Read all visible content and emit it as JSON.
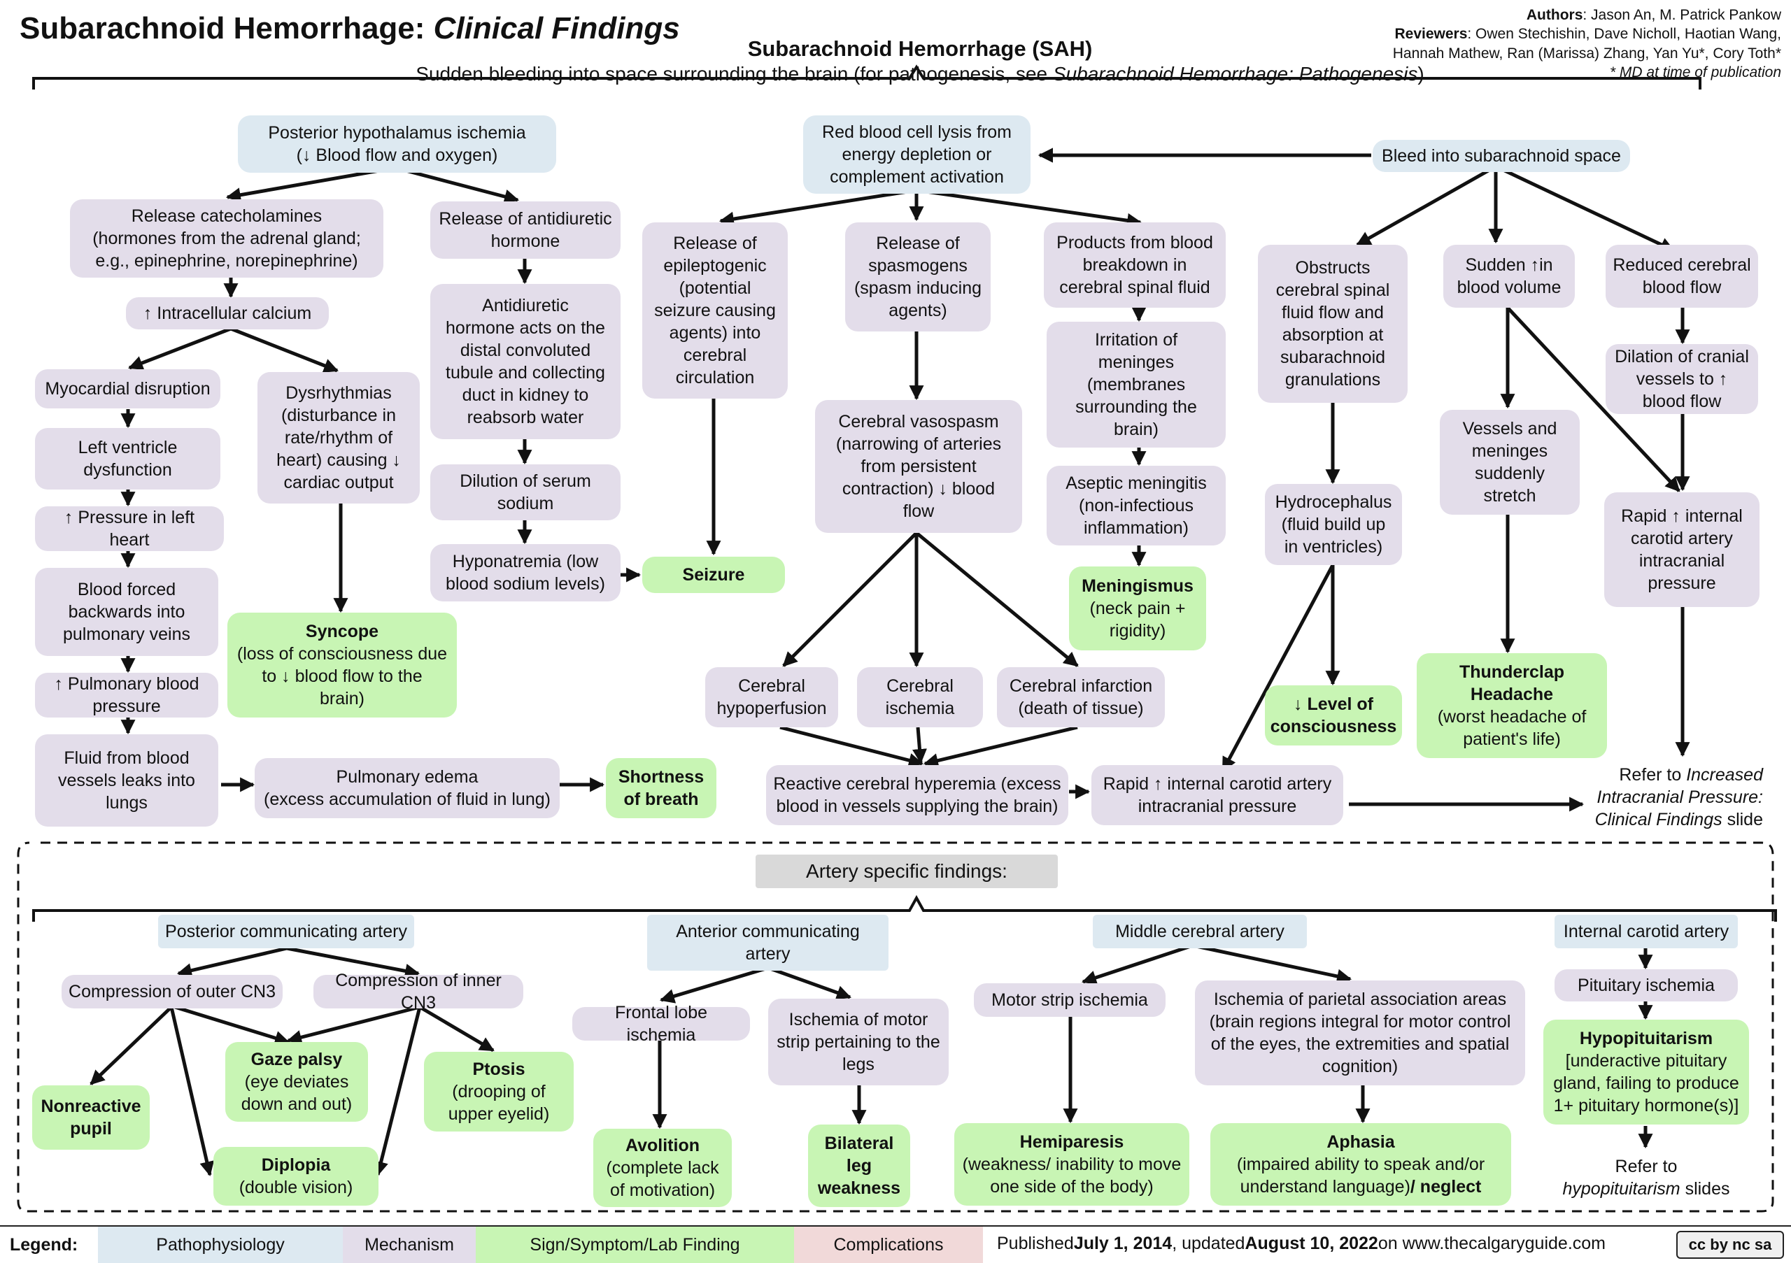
{
  "header": {
    "title_main": "Subarachnoid Hemorrhage: ",
    "title_sub": "Clinical Findings",
    "center_title": "Subarachnoid Hemorrhage (SAH)",
    "center_sub_prefix": "Sudden bleeding into space surrounding the brain (for pathogenesis, see ",
    "center_sub_italic": "Subarachnoid Hemorrhage: Pathogenesis",
    "center_sub_suffix": ")",
    "authors_label": "Authors",
    "authors": ": Jason An, M. Patrick Pankow",
    "reviewers_label": "Reviewers",
    "reviewers_line1": ": Owen Stechishin, Dave Nicholl, Haotian Wang,",
    "reviewers_line2": "Hannah Mathew, Ran (Marissa) Zhang, Yan Yu*, Cory Toth*",
    "md_note": "* MD at time of publication"
  },
  "nodes": {
    "post_hypo": "Posterior hypothalamus ischemia\n(↓ Blood flow and oxygen)",
    "release_cat": "Release catecholamines\n(hormones from the adrenal gland;\ne.g., epinephrine, norepinephrine)",
    "intra_ca": "↑ Intracellular calcium",
    "myo_dis": "Myocardial disruption",
    "lv_dys": "Left ventricle\ndysfunction",
    "press_lh": "↑ Pressure in left\nheart",
    "blood_back": "Blood forced\nbackwards into\npulmonary veins",
    "pulm_bp": "↑ Pulmonary blood\npressure",
    "fluid_leak": "Fluid from blood\nvessels leaks into\nlungs",
    "dysrhythmia": "Dysrhythmias\n(disturbance in\nrate/rhythm of\nheart) causing ↓\ncardiac output",
    "syncope_b": "Syncope",
    "syncope": "(loss of consciousness due\nto ↓ blood flow to the\nbrain)",
    "pulm_edema": "Pulmonary edema\n(excess accumulation of fluid in lung)",
    "sob": "Shortness\nof breath",
    "release_adh": "Release of antidiuretic\nhormone",
    "adh_action": "Antidiuretic\nhormone acts on the\ndistal convoluted\ntubule and collecting\nduct in kidney to\nreabsorb water",
    "dilution": "Dilution of serum\nsodium",
    "hyponat": "Hyponatremia (low\nblood sodium levels)",
    "seizure": "Seizure",
    "rbc_lysis": "Red blood cell lysis from\nenergy depletion or\ncomplement activation",
    "epilepto": "Release of\nepileptogenic\n(potential\nseizure causing\nagents) into\ncerebral\ncirculation",
    "spasmogens": "Release of\nspasmogens\n(spasm inducing\nagents)",
    "vasospasm": "Cerebral vasospasm\n(narrowing of arteries\nfrom persistent\ncontraction) ↓ blood\nflow",
    "hypoperf": "Cerebral\nhypoperfusion",
    "cer_isch": "Cerebral\nischemia",
    "cer_inf": "Cerebral infarction\n(death of tissue)",
    "reactive": "Reactive cerebral hyperemia (excess\nblood in vessels supplying the brain)",
    "products": "Products from blood\nbreakdown in\ncerebral spinal fluid",
    "irritation": "Irritation of\nmeninges\n(membranes\nsurrounding the\nbrain)",
    "aseptic": "Aseptic meningitis\n(non-infectious\ninflammation)",
    "meningismus_b": "Meningismus",
    "meningismus": "(neck pain +\nrigidity)",
    "rapid_icp": "Rapid ↑ internal carotid artery\nintracranial pressure",
    "bleed": "Bleed into subarachnoid space",
    "obstructs": "Obstructs\ncerebral spinal\nfluid flow and\nabsorption at\nsubarachnoid\ngranulations",
    "hydro": "Hydrocephalus\n(fluid build up\nin ventricles)",
    "loc_b": "↓ Level of\nconsciousness",
    "sudden_vol": "Sudden ↑in\nblood volume",
    "vessels_stretch": "Vessels and\nmeninges\nsuddenly\nstretch",
    "thunder_b": "Thunderclap\nHeadache",
    "thunder": "(worst headache of\npatient's life)",
    "reduced_cbf": "Reduced cerebral\nblood flow",
    "dilation": "Dilation of cranial\nvessels to ↑\nblood flow",
    "rapid_ica": "Rapid ↑ internal\ncarotid artery\nintracranial\npressure",
    "refer_icp_pre": "Refer to ",
    "refer_icp_i1": "Increased",
    "refer_icp_i2": "Intracranial Pressure:",
    "refer_icp_i3": "Clinical Findings",
    "refer_icp_post": " slide",
    "artery_specific": "Artery specific findings:",
    "pcomm": "Posterior communicating artery",
    "comp_outer": "Compression of outer CN3",
    "comp_inner": "Compression of inner CN3",
    "nonreactive_b": "Nonreactive\npupil",
    "gaze_b": "Gaze palsy",
    "gaze": "(eye deviates\ndown and out)",
    "diplopia_b": "Diplopia",
    "diplopia": "(double vision)",
    "ptosis_b": "Ptosis",
    "ptosis": "(drooping of\nupper eyelid)",
    "acomm": "Anterior communicating\nartery",
    "frontal": "Frontal lobe ischemia",
    "motor_legs": "Ischemia of motor\nstrip pertaining to the\nlegs",
    "avolition_b": "Avolition",
    "avolition": "(complete lack\nof motivation)",
    "bilat_b": "Bilateral\nleg\nweakness",
    "mca": "Middle cerebral artery",
    "motor_strip": "Motor strip ischemia",
    "parietal": "Ischemia of parietal association areas\n(brain regions integral for motor control\nof the eyes, the extremities and spatial\ncognition)",
    "hemiparesis_b": "Hemiparesis",
    "hemiparesis": "(weakness/ inability to move\none side of the body)",
    "aphasia_b": "Aphasia",
    "aphasia": "(impaired ability to speak and/or\nunderstand language)",
    "neglect_b": "/ neglect",
    "ica": "Internal carotid artery",
    "pit_isch": "Pituitary ischemia",
    "hypopit_b": "Hypopituitarism",
    "hypopit": "[underactive pituitary\ngland, failing to produce\n1+ pituitary hormone(s)]",
    "refer_pit_pre": "Refer to",
    "refer_pit_i": "hypopituitarism",
    "refer_pit_post": " slides"
  },
  "legend": {
    "label": "Legend:",
    "items": [
      "Pathophysiology",
      "Mechanism",
      "Sign/Symptom/Lab Finding",
      "Complications"
    ],
    "colors": [
      "#dde9f1",
      "#e3ddea",
      "#c8f5b4",
      "#f1d9d9"
    ]
  },
  "footer": {
    "published_pre": "Published ",
    "published_date": "July 1, 2014",
    "updated_pre": ", updated ",
    "updated_date": "August 10, 2022",
    "site_pre": " on www.thecalgaryguide.com",
    "license": "cc by nc sa"
  }
}
